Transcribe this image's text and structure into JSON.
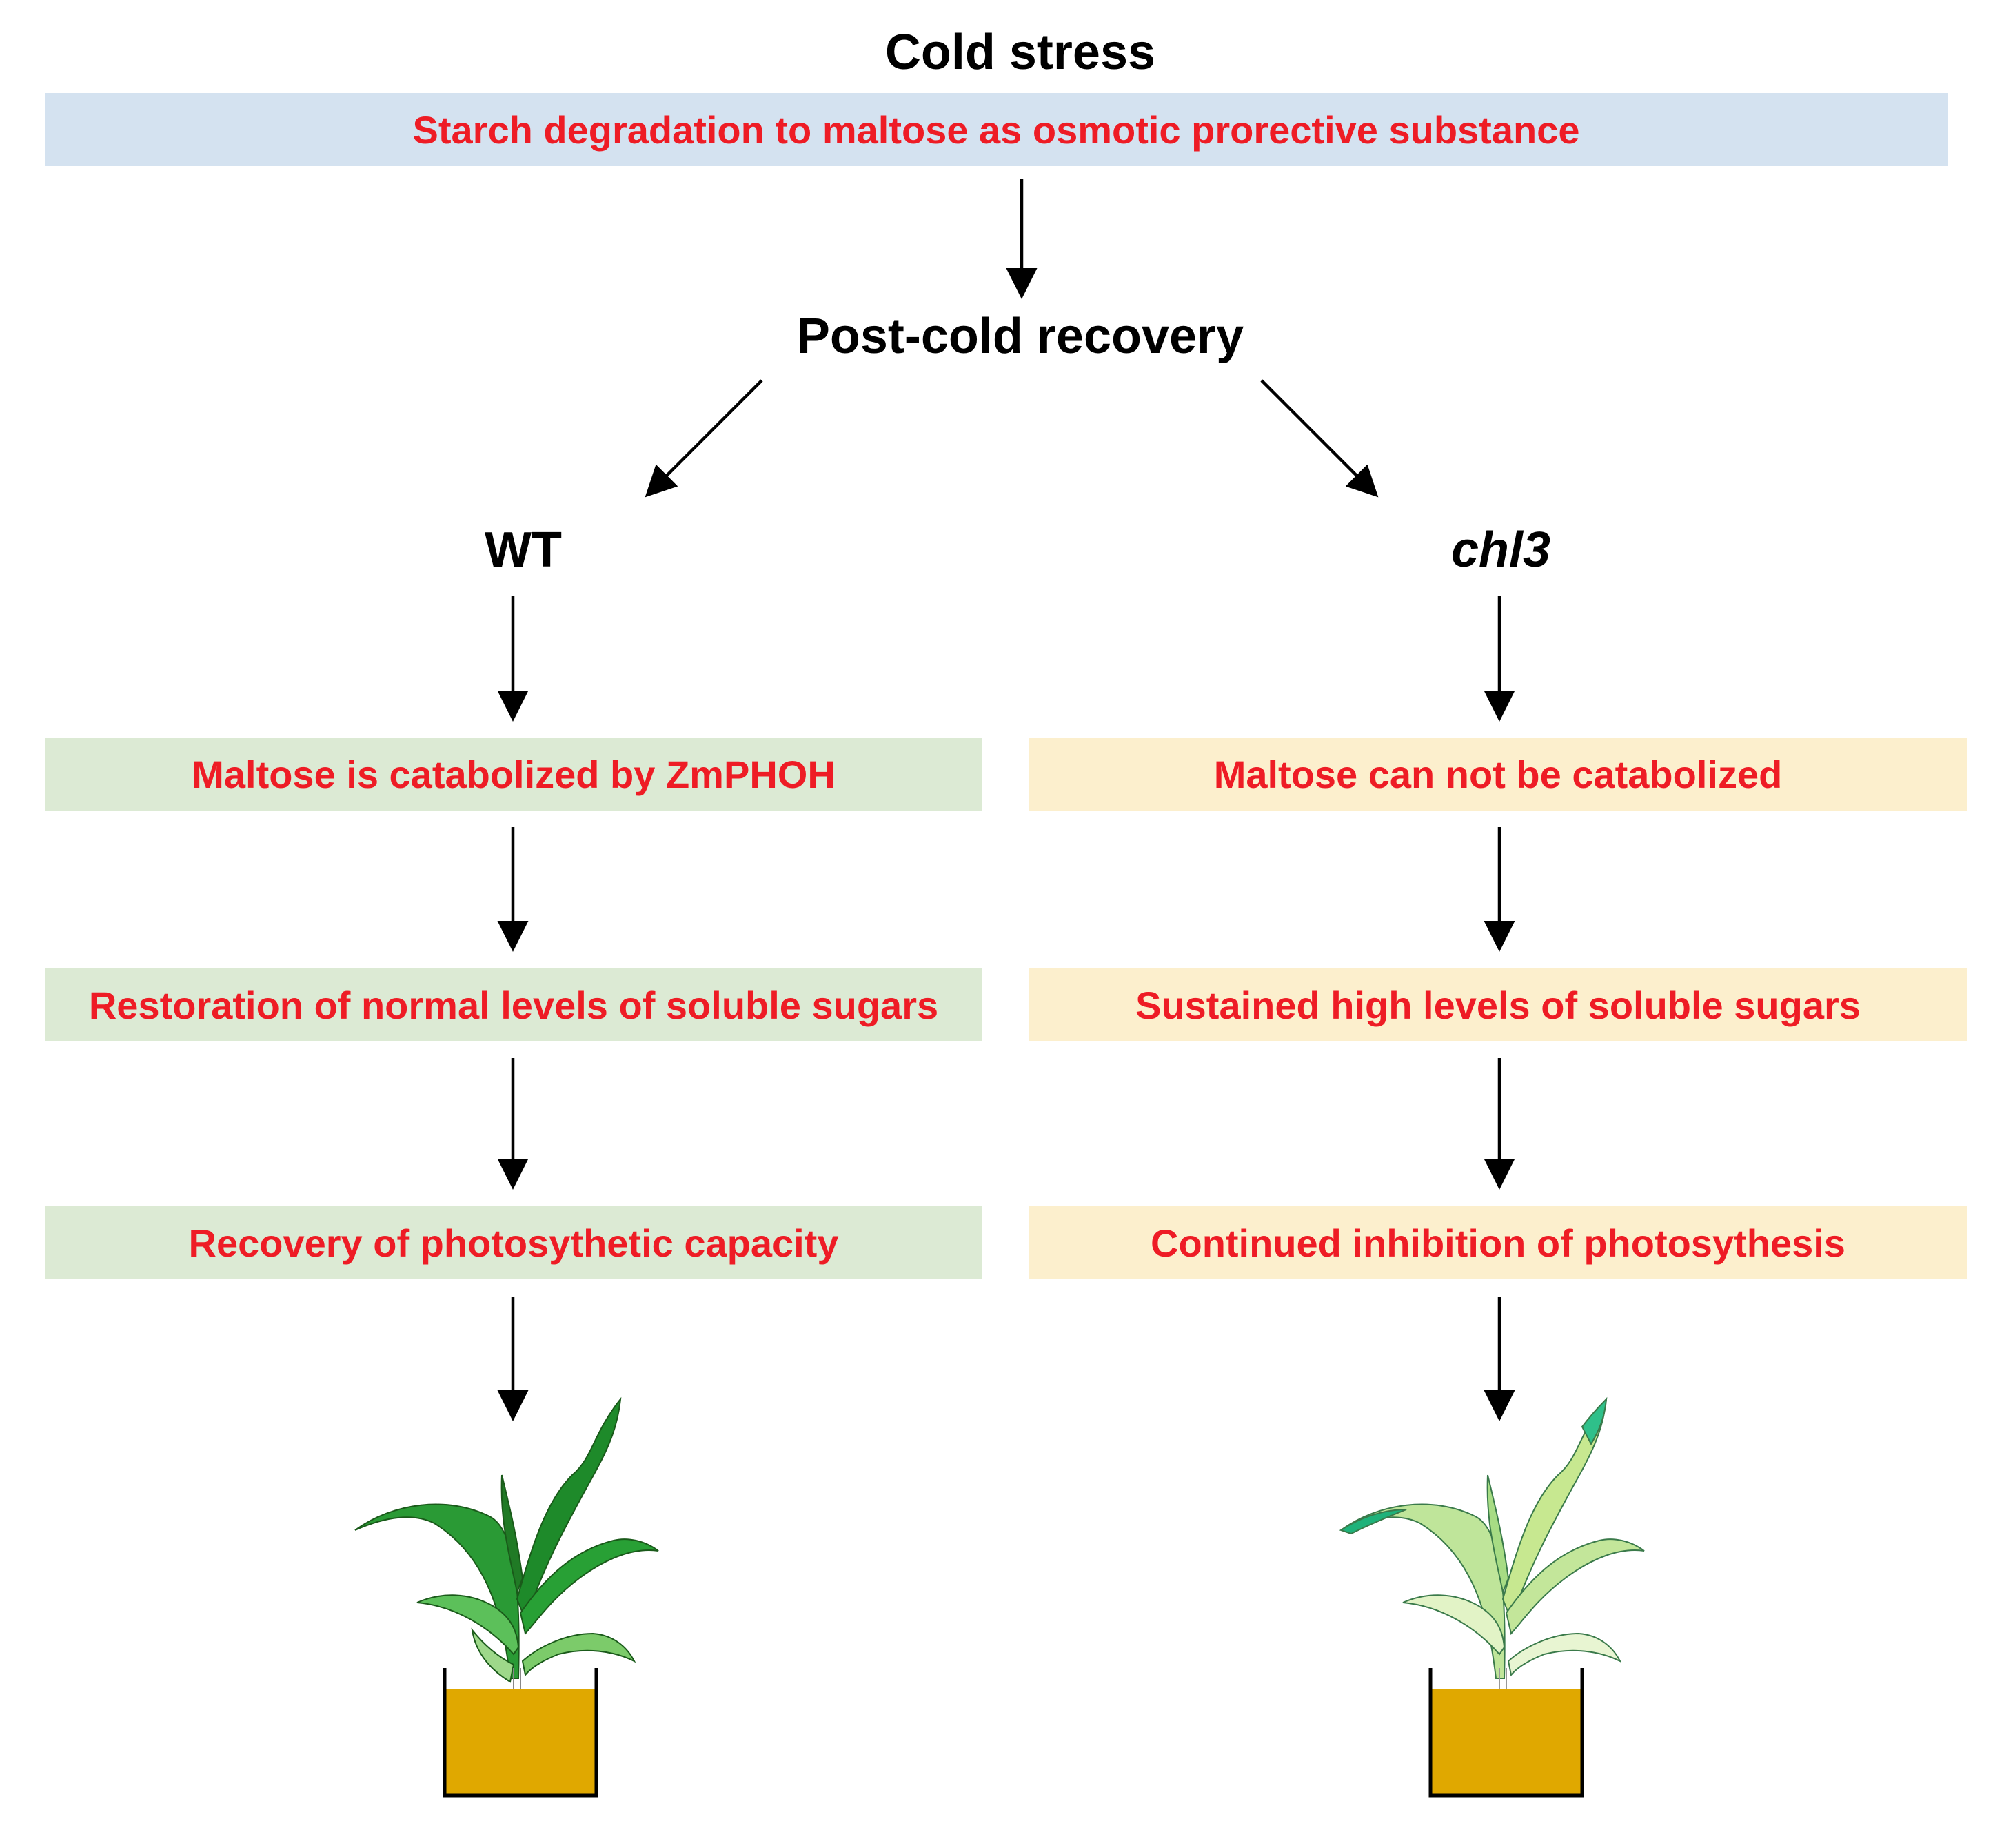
{
  "title": "Cold stress",
  "stress_box": "Starch degradation to maltose as osmotic prorective substance",
  "recovery": "Post-cold recovery",
  "wt": {
    "label": "WT",
    "steps": [
      "Maltose is catabolized by ZmPHOH",
      "Restoration of normal levels of soluble sugars",
      "Recovery of photosythetic capacity"
    ]
  },
  "mutant": {
    "label": "chl3",
    "steps": [
      "Maltose can not be catabolized",
      "Sustained high levels of soluble sugars",
      "Continued inhibition of photosythesis"
    ]
  },
  "colors": {
    "text_red": "#ee1c25",
    "stress_box": "#d4e2f0",
    "wt_box": "#dcead4",
    "mutant_box": "#fcefcd",
    "soil": "#e0a800",
    "wt_leaf": "#1f9a2a",
    "mutant_leaf": "#b9e38a"
  }
}
